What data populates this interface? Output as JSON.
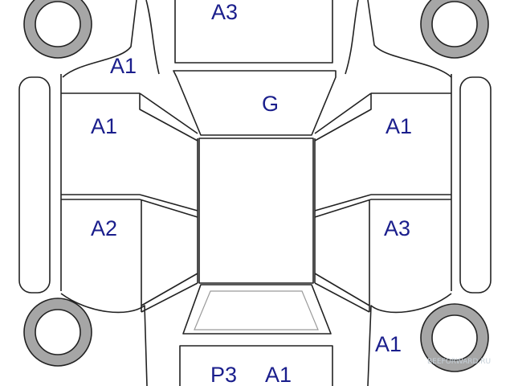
{
  "colors": {
    "line": "#222222",
    "label": "#1a1e8c",
    "tire": "#a6a6a6",
    "watermark": "#c6d0d8"
  },
  "labels": {
    "front_bumper": "A3",
    "hood": "G",
    "front_left_fender": "A1",
    "front_left_door": "A1",
    "rear_left_door": "A2",
    "front_right_door": "A1",
    "rear_right_door": "A3",
    "rear_right_fender": "A1",
    "trunk_grade_1": "P3",
    "trunk_grade_2": "A1"
  },
  "watermark": "BEEFORWARD.RU"
}
